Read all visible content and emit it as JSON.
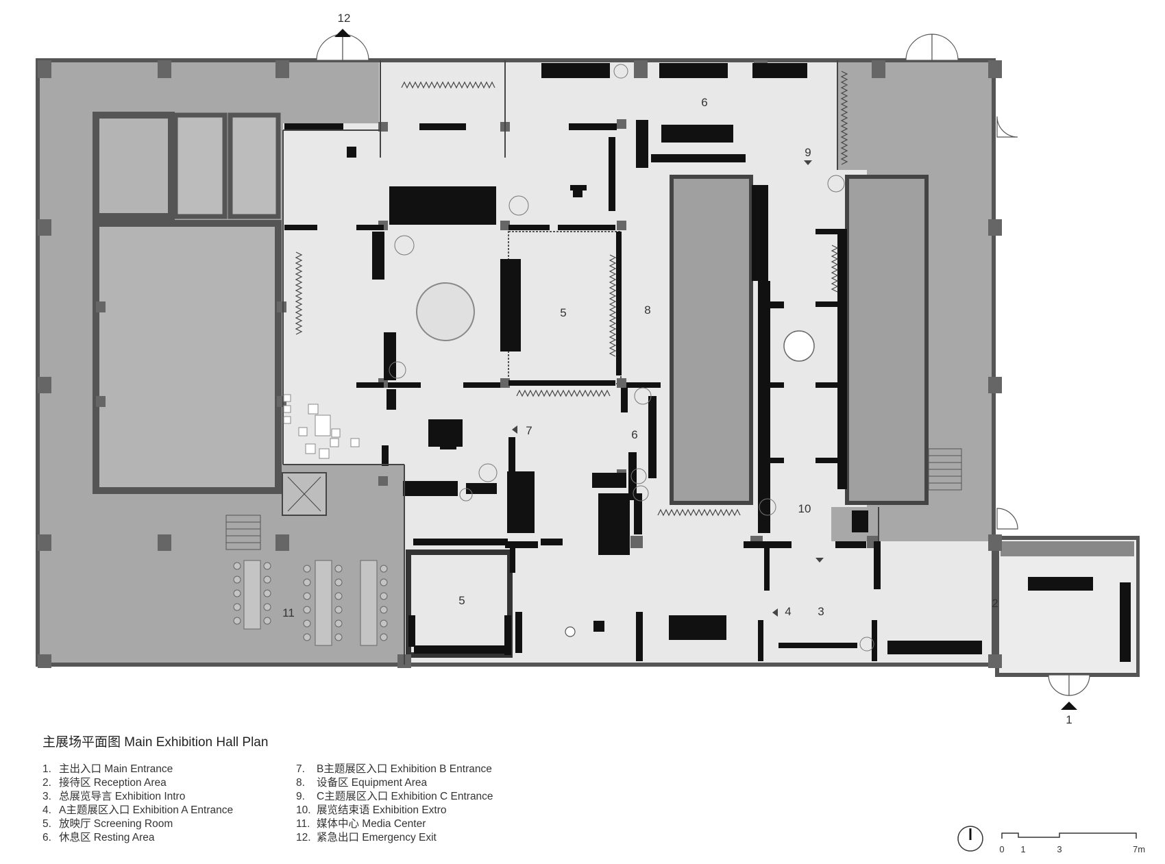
{
  "drawing": {
    "title": "主展场平面图 Main Exhibition Hall Plan",
    "plan_labels": [
      {
        "id": "1",
        "text": "1"
      },
      {
        "id": "2",
        "text": "2"
      },
      {
        "id": "3",
        "text": "3"
      },
      {
        "id": "4",
        "text": "4"
      },
      {
        "id": "5a",
        "text": "5"
      },
      {
        "id": "5b",
        "text": "5"
      },
      {
        "id": "6a",
        "text": "6"
      },
      {
        "id": "6b",
        "text": "6"
      },
      {
        "id": "7",
        "text": "7"
      },
      {
        "id": "8",
        "text": "8"
      },
      {
        "id": "9",
        "text": "9"
      },
      {
        "id": "10",
        "text": "10"
      },
      {
        "id": "11",
        "text": "11"
      },
      {
        "id": "12",
        "text": "12"
      }
    ],
    "legend": [
      {
        "num": "1.",
        "text": "主出入口 Main Entrance"
      },
      {
        "num": "2.",
        "text": "接待区 Reception Area"
      },
      {
        "num": "3.",
        "text": "总展览导言 Exhibition Intro"
      },
      {
        "num": "4.",
        "text": "A主题展区入口 Exhibition A Entrance"
      },
      {
        "num": "5.",
        "text": "放映厅 Screening Room"
      },
      {
        "num": "6.",
        "text": "休息区 Resting Area"
      },
      {
        "num": "7.",
        "text": "B主题展区入口 Exhibition B Entrance"
      },
      {
        "num": "8.",
        "text": "设备区 Equipment Area"
      },
      {
        "num": "9.",
        "text": "C主题展区入口 Exhibition C Entrance"
      },
      {
        "num": "10.",
        "text": "展览结束语 Exhibition Extro"
      },
      {
        "num": "11.",
        "text": "媒体中心 Media Center"
      },
      {
        "num": "12.",
        "text": "紧急出口 Emergency Exit"
      }
    ],
    "scale_bar": {
      "ticks": [
        "0",
        "1",
        "3",
        "7m"
      ]
    },
    "north_arrow": "north-arrow-icon",
    "colors": {
      "wall": "#555555",
      "dark_area": "#a6a6a6",
      "floor": "#e6e6e6",
      "display": "#111111"
    }
  }
}
